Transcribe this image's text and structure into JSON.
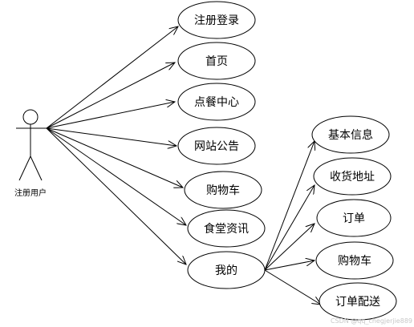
{
  "actor": {
    "label": "注册用户",
    "icon": "stick-figure-icon"
  },
  "use_cases": [
    {
      "id": "register-login",
      "label": "注册登录"
    },
    {
      "id": "home",
      "label": "首页"
    },
    {
      "id": "order-center",
      "label": "点餐中心"
    },
    {
      "id": "announcement",
      "label": "网站公告"
    },
    {
      "id": "cart",
      "label": "购物车"
    },
    {
      "id": "canteen-news",
      "label": "食堂资讯"
    },
    {
      "id": "mine",
      "label": "我的"
    }
  ],
  "sub_use_cases": [
    {
      "id": "basic-info",
      "label": "基本信息"
    },
    {
      "id": "shipping-address",
      "label": "收货地址"
    },
    {
      "id": "orders",
      "label": "订单"
    },
    {
      "id": "sub-cart",
      "label": "购物车"
    },
    {
      "id": "order-delivery",
      "label": "订单配送"
    }
  ],
  "watermark": "CSDN @qq_chegjerjie889",
  "colors": {
    "stroke": "#000000",
    "fill": "#ffffff",
    "watermark": "#c8c8c8"
  }
}
